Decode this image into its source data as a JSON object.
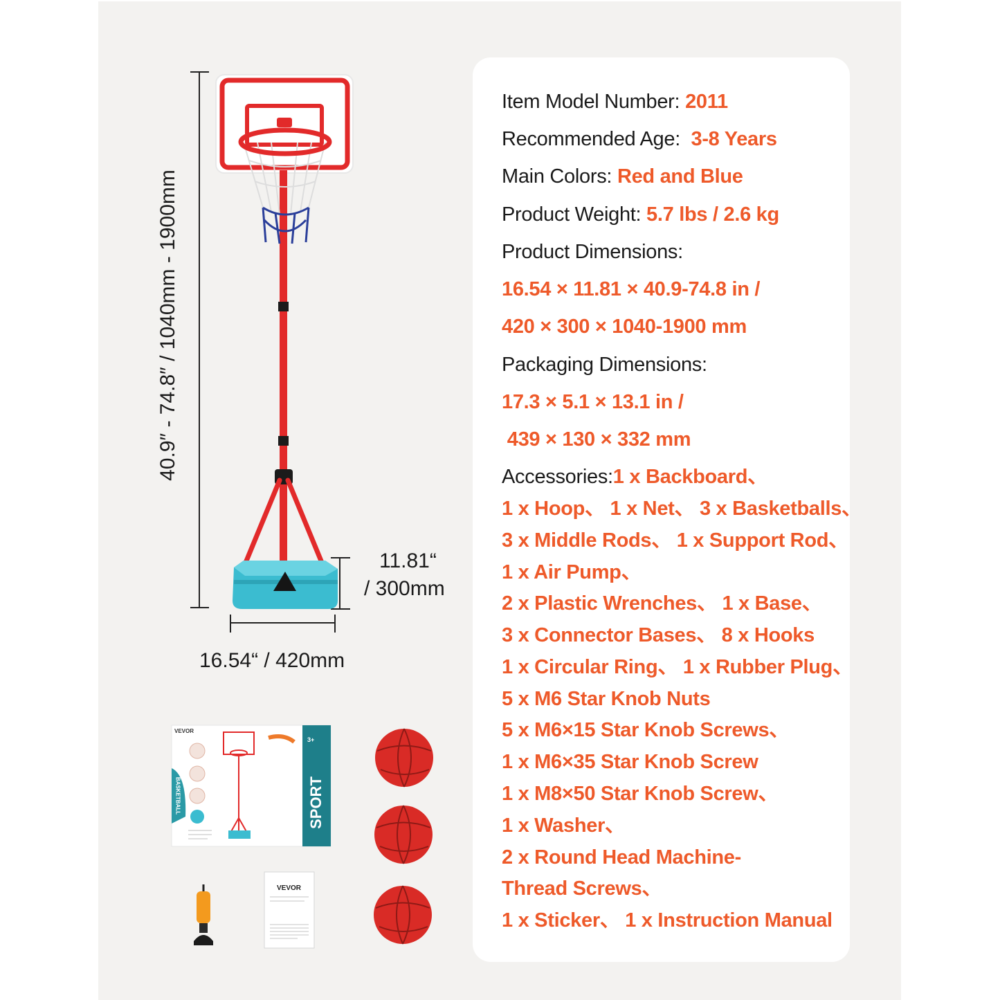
{
  "dimensions": {
    "height": "40.9″ - 74.8″ / 1040mm - 1900mm",
    "depth_in": "11.81“",
    "depth_mm": "/ 300mm",
    "width": "16.54“ / 420mm"
  },
  "specs": {
    "model_label": "Item Model Number: ",
    "model_value": "2011",
    "age_label": "Recommended Age:  ",
    "age_value": "3-8 Years",
    "colors_label": "Main Colors: ",
    "colors_value": "Red and Blue",
    "weight_label": "Product Weight: ",
    "weight_value": "5.7 lbs / 2.6 kg",
    "product_dim_label": "Product Dimensions:",
    "product_dim_line1": "16.54 × 11.81 × 40.9-74.8 in /",
    "product_dim_line2": "420 × 300 × 1040-1900 mm",
    "package_dim_label": "Packaging Dimensions:",
    "package_dim_line1": "17.3 × 5.1 × 13.1 in /",
    "package_dim_line2": " 439 × 130 × 332 mm",
    "accessories_label": "Accessories:",
    "accessories_lines": [
      "1 x Backboard、",
      "1 x Hoop、 1 x Net、 3 x Basketballs、",
      "3 x Middle Rods、 1 x Support Rod、",
      "1 x Air Pump、",
      "2 x Plastic Wrenches、 1 x Base、",
      "3 x Connector Bases、 8 x Hooks",
      "1 x Circular Ring、 1 x Rubber Plug、",
      "5 x M6 Star Knob Nuts",
      "5 x M6×15 Star Knob Screws、",
      "1 x M6×35 Star Knob Screw",
      "1 x M8×50 Star Knob Screw、",
      "1 x Washer、",
      "2 x Round Head Machine-",
      "Thread Screws、",
      "1 x Sticker、 1 x Instruction Manual"
    ]
  },
  "box": {
    "brand": "VEVOR",
    "word": "SPORT",
    "tag": "BASKETBALL",
    "age_badge": "3+"
  },
  "manual": {
    "brand": "VEVOR"
  },
  "colors": {
    "accent": "#ee5a2a",
    "stand_red": "#e22a2a",
    "base_teal": "#3bbcd0",
    "net_blue": "#2b3f9a"
  }
}
